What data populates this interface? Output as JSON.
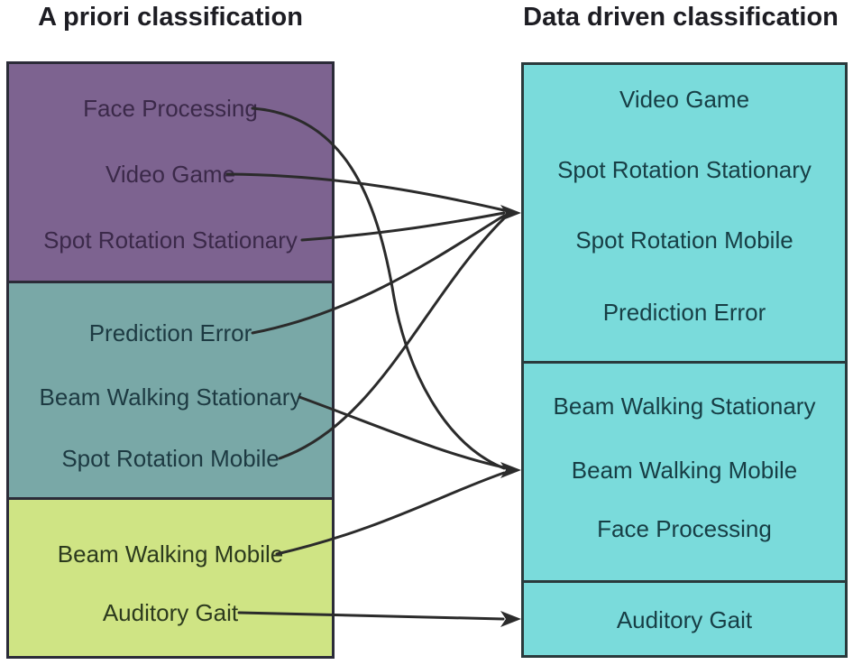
{
  "left_panel": {
    "title": "A priori classification",
    "groups": [
      {
        "name": "a-priori-group-1",
        "color": "#7d6390",
        "items": [
          "Face Processing",
          "Video Game",
          "Spot Rotation Stationary"
        ]
      },
      {
        "name": "a-priori-group-2",
        "color": "#79a8a7",
        "items": [
          "Prediction Error",
          "Beam Walking Stationary",
          "Spot Rotation Mobile"
        ]
      },
      {
        "name": "a-priori-group-3",
        "color": "#cfe484",
        "items": [
          "Beam Walking Mobile",
          "Auditory Gait"
        ]
      }
    ]
  },
  "right_panel": {
    "title": "Data driven classification",
    "color": "#7adbdb",
    "groups": [
      {
        "name": "data-driven-group-1",
        "items": [
          "Video Game",
          "Spot Rotation Stationary",
          "Spot Rotation Mobile",
          "Prediction Error"
        ]
      },
      {
        "name": "data-driven-group-2",
        "items": [
          "Beam Walking Stationary",
          "Beam Walking Mobile",
          "Face Processing"
        ]
      },
      {
        "name": "data-driven-group-3",
        "items": [
          "Auditory Gait"
        ]
      }
    ]
  },
  "connections": [
    {
      "from": "Face Processing",
      "to": "data-driven-group-2"
    },
    {
      "from": "Video Game",
      "to": "data-driven-group-1"
    },
    {
      "from": "Spot Rotation Stationary",
      "to": "data-driven-group-1"
    },
    {
      "from": "Prediction Error",
      "to": "data-driven-group-1"
    },
    {
      "from": "Beam Walking Stationary",
      "to": "data-driven-group-2"
    },
    {
      "from": "Spot Rotation Mobile",
      "to": "data-driven-group-1"
    },
    {
      "from": "Beam Walking Mobile",
      "to": "data-driven-group-2"
    },
    {
      "from": "Auditory Gait",
      "to": "data-driven-group-3"
    }
  ],
  "colors": {
    "background": "#ffffff",
    "line": "#2b2b2b",
    "title_text": "#1d1d23",
    "purple_box": "#7d6390",
    "teal_box": "#79a8a7",
    "green_box": "#cfe484",
    "cyan_box": "#7adbdb",
    "purple_text": "#3b2949",
    "teal_text": "#1d3a42",
    "green_text": "#2c3a1e",
    "cyan_text": "#173e45"
  }
}
